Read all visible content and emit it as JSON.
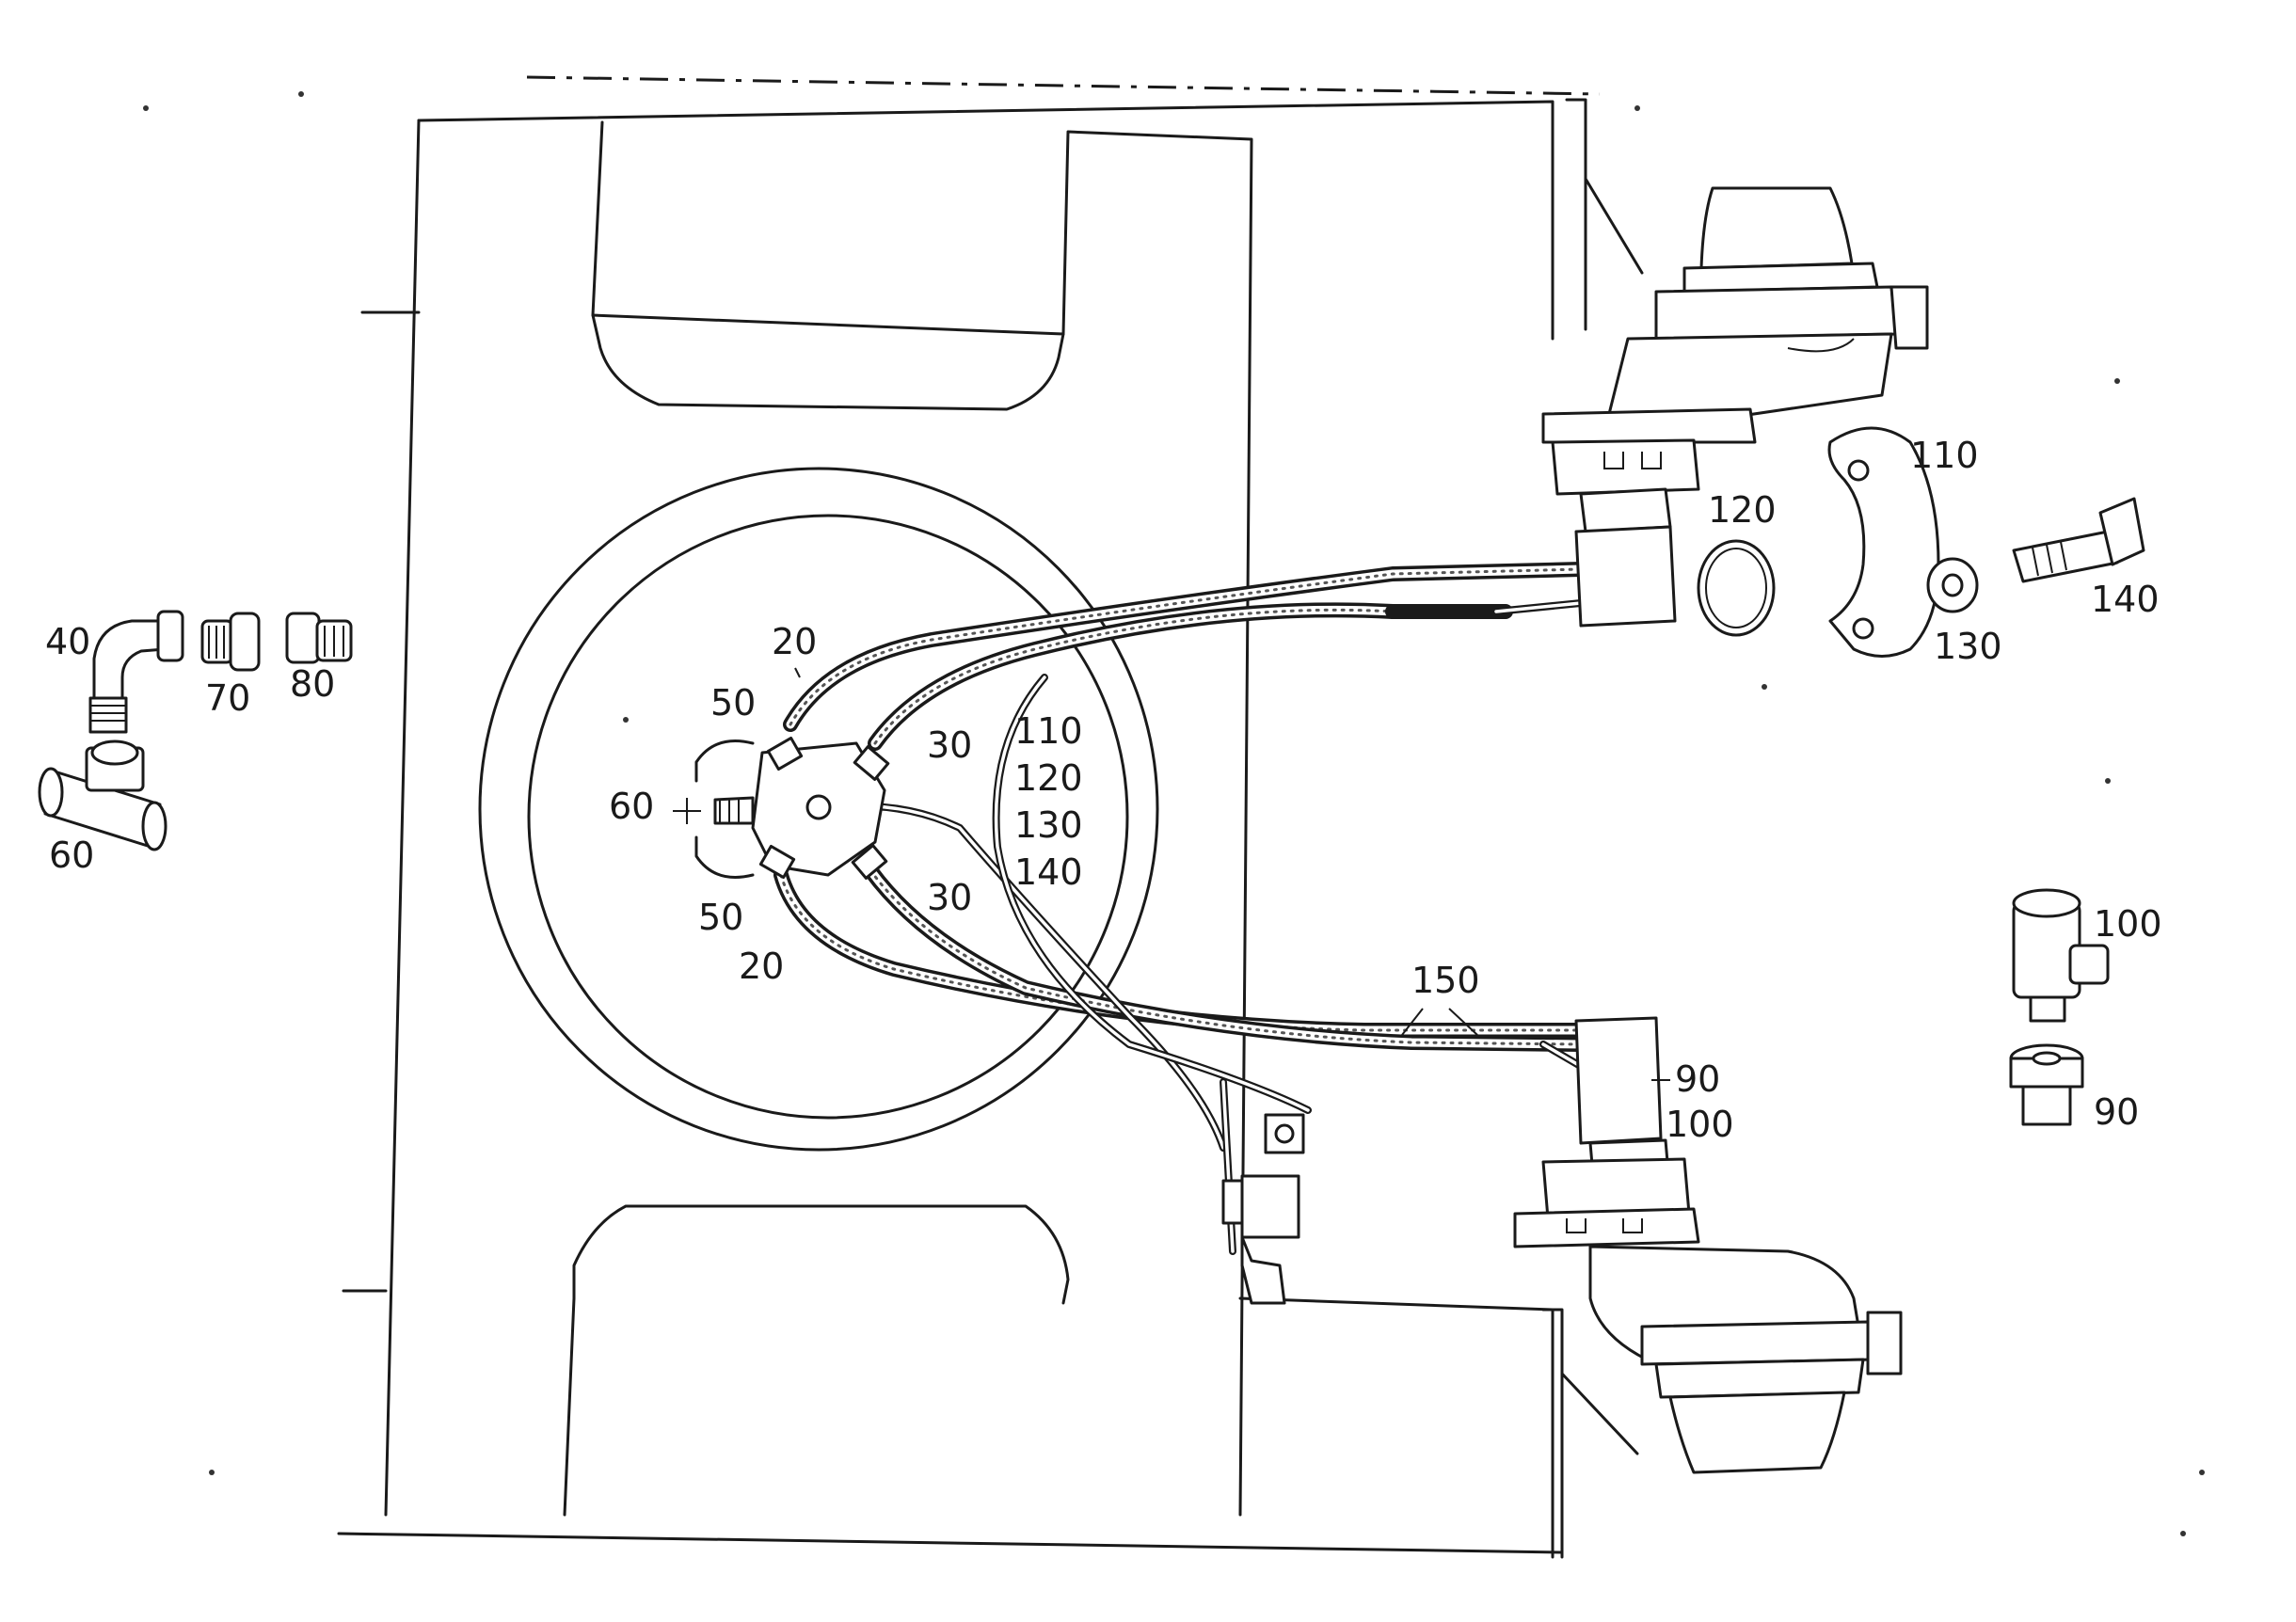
{
  "callouts": [
    {
      "id": "c40",
      "text": "40"
    },
    {
      "id": "c70",
      "text": "70"
    },
    {
      "id": "c80",
      "text": "80"
    },
    {
      "id": "c60a",
      "text": "60"
    },
    {
      "id": "c20a",
      "text": "20"
    },
    {
      "id": "c50a",
      "text": "50"
    },
    {
      "id": "c30a",
      "text": "30"
    },
    {
      "id": "c60b",
      "text": "60"
    },
    {
      "id": "c110a",
      "text": "110"
    },
    {
      "id": "c120a",
      "text": "120"
    },
    {
      "id": "c130a",
      "text": "130"
    },
    {
      "id": "c140a",
      "text": "140"
    },
    {
      "id": "c50b",
      "text": "50"
    },
    {
      "id": "c30b",
      "text": "30"
    },
    {
      "id": "c20b",
      "text": "20"
    },
    {
      "id": "c110b",
      "text": "110"
    },
    {
      "id": "c120b",
      "text": "120"
    },
    {
      "id": "c140b",
      "text": "140"
    },
    {
      "id": "c130b",
      "text": "130"
    },
    {
      "id": "c150",
      "text": "150"
    },
    {
      "id": "c90a",
      "text": "90"
    },
    {
      "id": "c100a",
      "text": "100"
    },
    {
      "id": "c100b",
      "text": "100"
    },
    {
      "id": "c90b",
      "text": "90"
    }
  ]
}
